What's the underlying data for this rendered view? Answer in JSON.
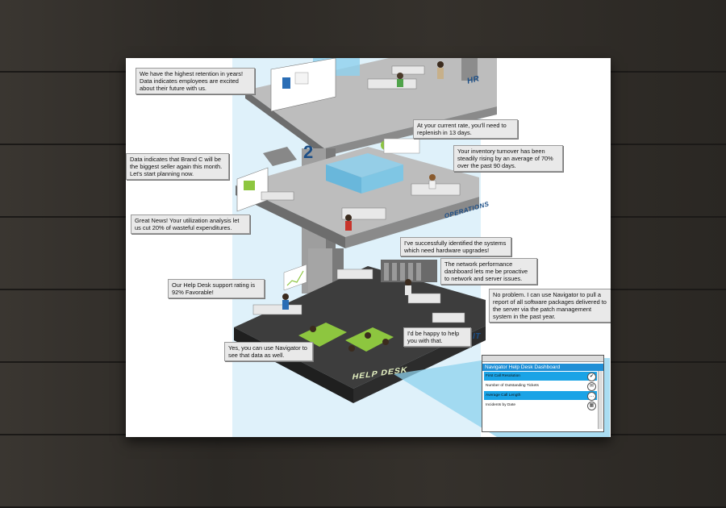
{
  "floors": {
    "hr": "HR",
    "operations": "OPERATIONS",
    "it": "IT",
    "help_desk": "HELP DESK",
    "floor_number": "2"
  },
  "callouts": {
    "retention": "We have the highest retention in years! Data indicates employees are excited about their future with us.",
    "replenish": "At your current rate, you'll need to replenish in 13 days.",
    "inventory": "Your inventory turnover has been steadily rising by an average of 70% over the past 90 days.",
    "brand_c": "Data indicates that Brand C will be the biggest seller again this month. Let's start planning now.",
    "utilization": "Great News! Your utilization analysis let us cut 20% of wasteful expenditures.",
    "systems": "I've successfully identified the systems which need hardware upgrades!",
    "network": "The network performance dashboard lets me be proactive to network and server issues.",
    "help_desk_rating": "Our Help Desk support rating is 92% Favorable!",
    "software": "No problem. I can use Navigator to pull a report of all software packages delivered to the server via the patch management system in the past year.",
    "happy_help": "I'd be happy to help you with that.",
    "navigator": "Yes, you can use Navigator to see that data as well."
  },
  "dashboard": {
    "title": "Navigator Help Desk Dashboard",
    "rows": [
      {
        "label": "First Call Resolution",
        "active": true,
        "icon": "check-icon"
      },
      {
        "label": "Number of Outstanding Tickets",
        "active": false,
        "icon": "envelope-icon"
      },
      {
        "label": "Average Call Length",
        "active": true,
        "icon": "chat-icon"
      },
      {
        "label": "Incidents by Date",
        "active": false,
        "icon": "calendar-icon"
      }
    ]
  },
  "colors": {
    "accent_blue": "#1c4f87",
    "glass_blue": "#8ed1ee",
    "floor_gray": "#9a9a9a",
    "dark_floor": "#3d3d3d",
    "help_desk_green": "#8dc63f",
    "dashboard_blue": "#1aa3e6"
  }
}
